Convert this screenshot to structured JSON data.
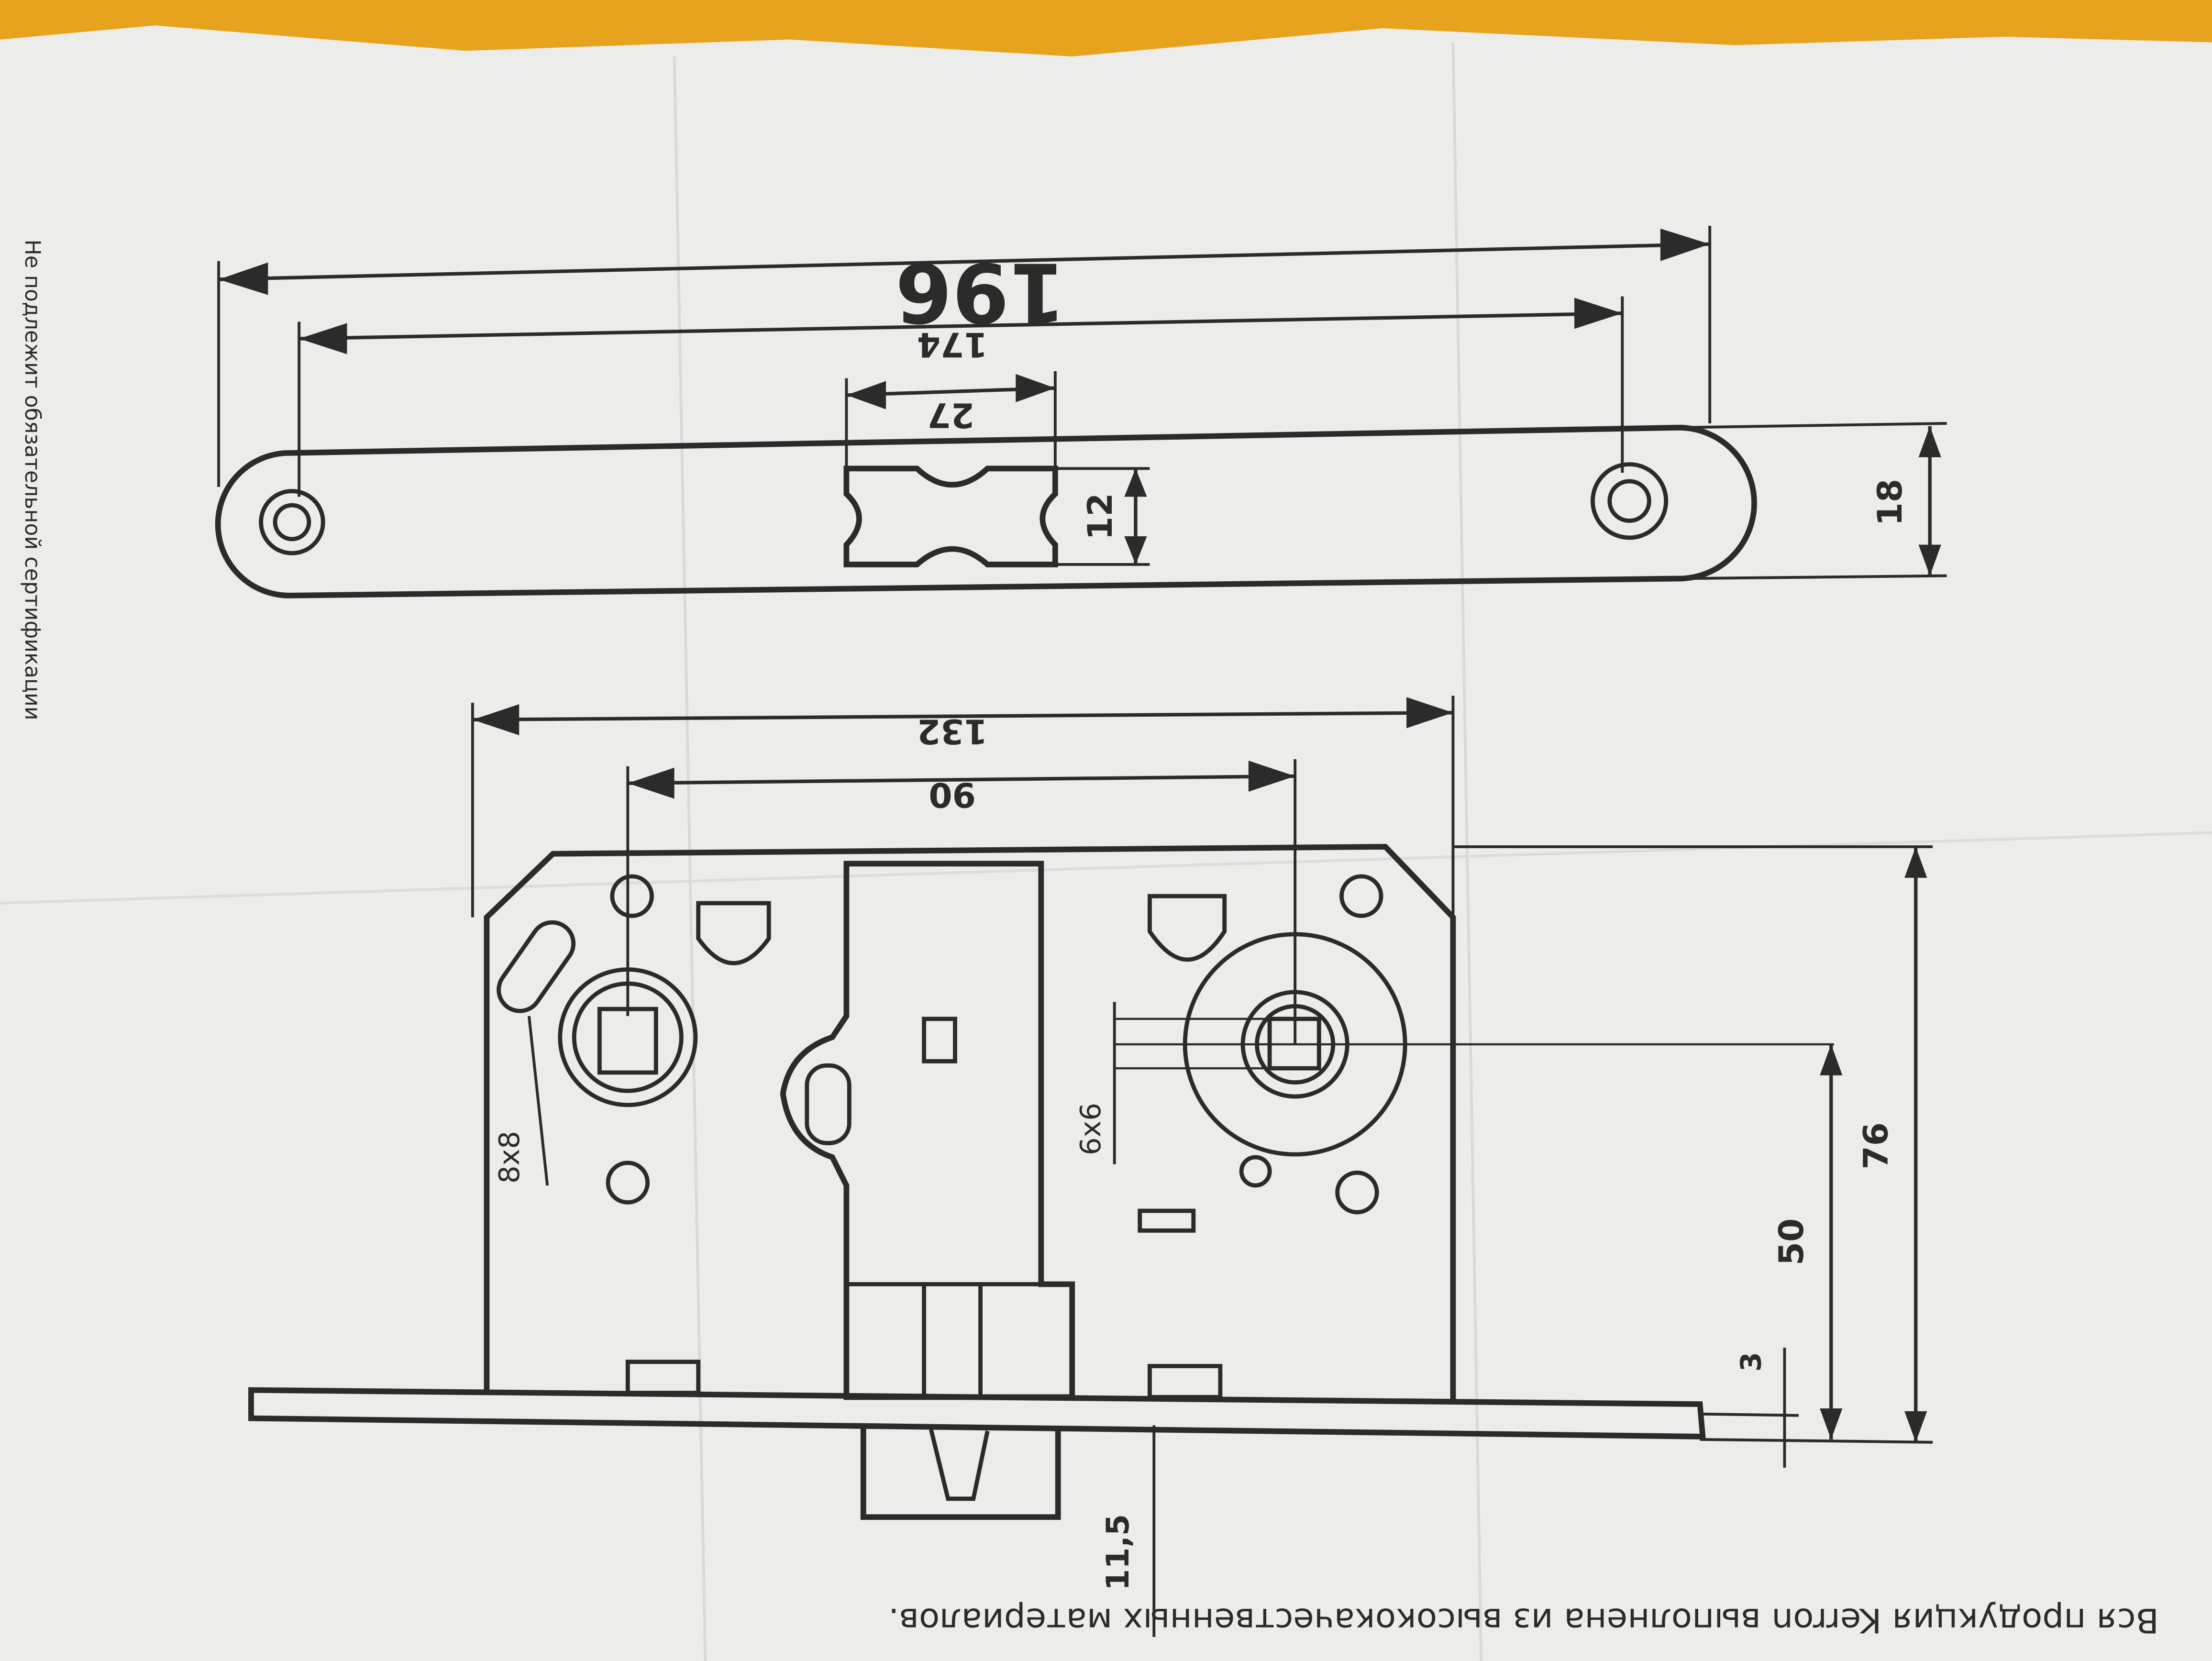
{
  "header_text": "Вся продукция Kerron выполнена из высококачественных материалов.",
  "side_note": "Не подлежит обязательной сертификации",
  "strike_plate": {
    "dimensions": {
      "total_length": "196",
      "hole_spacing": "174",
      "cutout_length": "27",
      "cutout_height": "12",
      "plate_width": "18"
    }
  },
  "lock_body": {
    "dimensions": {
      "overall_length": "132",
      "spindle_spacing": "90",
      "spindle_square": "8x8",
      "cylinder_square": "6x6",
      "backset": "50",
      "body_height": "76",
      "faceplate_thickness": "3",
      "latch_offset": "11,5"
    }
  },
  "colors": {
    "paper": "#ecedea",
    "background": "#e7a21e",
    "ink": "#2b2b2b"
  }
}
